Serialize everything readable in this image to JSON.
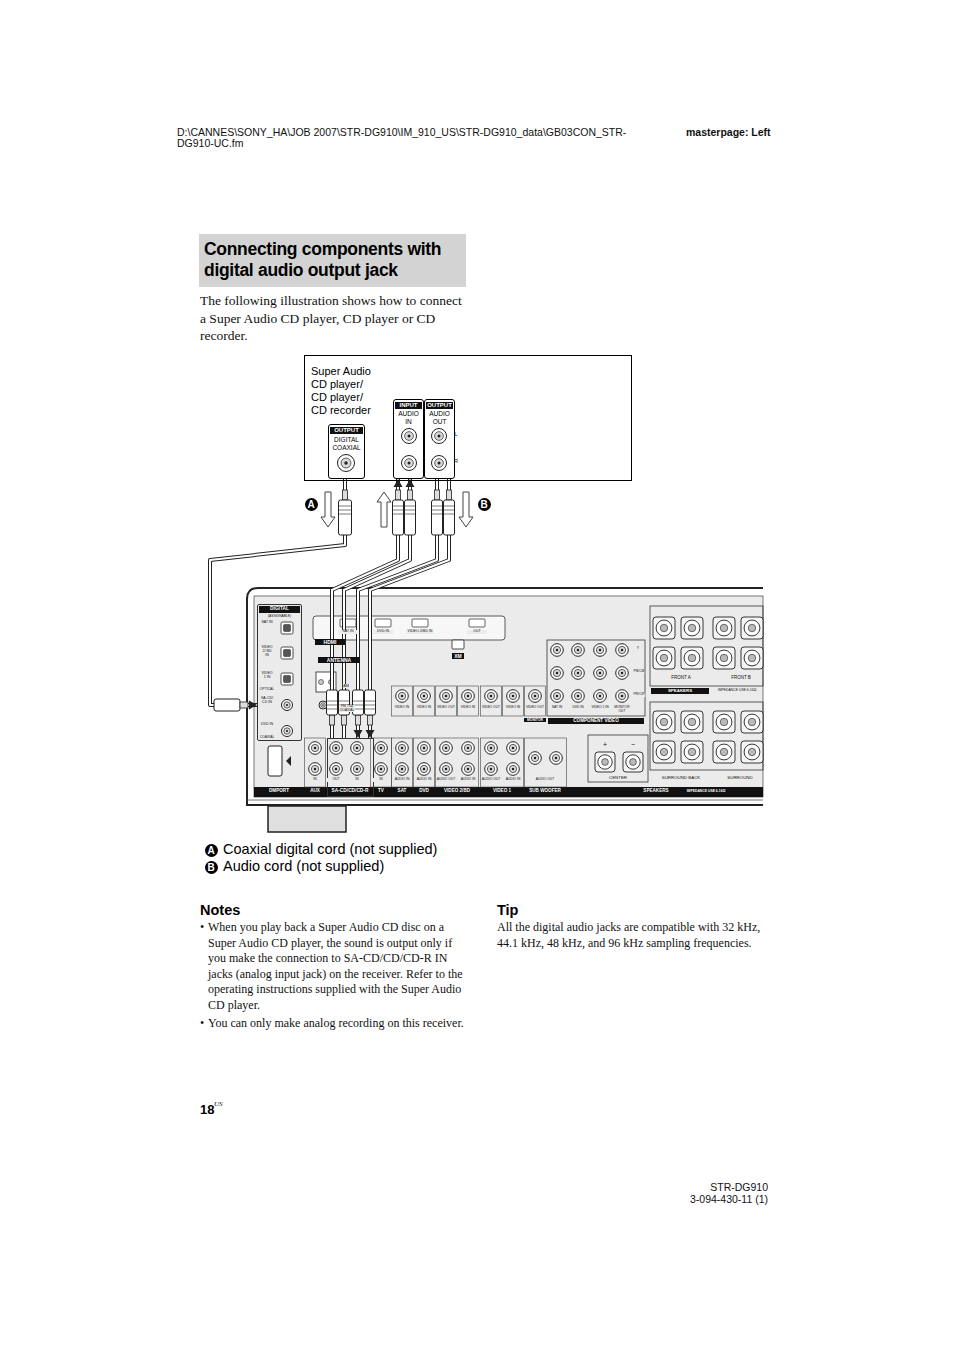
{
  "diagram": {
    "title": "Connecting components with digital audio output jack",
    "nodes": [
      {
        "text": [
          "Super Audio CD player/ CD player/ CD recorder"
        ]
      },
      {
        "text": [
          "OUTPUT",
          "DIGITAL COAXIAL"
        ],
        "in": 0
      },
      {
        "text": [
          "INPUT",
          "AUDIO IN"
        ],
        "in": 0
      },
      {
        "text": [
          "OUTPUT",
          "AUDIO OUT"
        ],
        "in": 0
      },
      {
        "text": [
          "DIGITAL",
          "(ASSIGNABLE)"
        ]
      },
      {
        "text": [
          "SA-CD/CD/CD-R"
        ]
      }
    ],
    "edges": [
      {
        "from": 1,
        "to": 4,
        "arrow": "to"
      },
      {
        "from": 5,
        "to": 2,
        "arrow": "to"
      },
      {
        "from": 3,
        "to": 5,
        "arrow": "to"
      }
    ],
    "labels": [
      "D:\\CANNES\\SONY_HA\\JOB 2007\\STR-DG910\\IM_910_US\\STR-DG910_data\\GB03CON_STR-DG910-UC.fm",
      "masterpage: Left",
      "The following illustration shows how to connect a Super Audio CD player, CD player or CD recorder.",
      "A",
      "B",
      "L",
      "R",
      "SAT IN",
      "VIDEO 2/ BD IN",
      "VIDEO 1 IN",
      "OPTICAL",
      "SA-CD/ CD IN",
      "DVD IN",
      "COAXIAL",
      "SAT IN",
      "DVD IN",
      "VIDEO 2/BD IN",
      "OUT",
      "HDMI",
      "ANTENNA",
      "AM",
      "FM 75Ω COAXIAL",
      "XM",
      "VIDEO IN",
      "VIDEO IN",
      "VIDEO OUT",
      "VIDEO IN",
      "VIDEO OUT",
      "VIDEO IN",
      "VIDEO OUT",
      "MONITOR",
      "SAT IN",
      "DVD IN",
      "VIDEO 1 IN",
      "MONITOR OUT",
      "COMPONENT VIDEO",
      "Y",
      "PB/CB",
      "PR/CR",
      "FRONT A",
      "FRONT B",
      "SPEAKERS",
      "IMPEDANCE USE 6-16Ω",
      "IN",
      "OUT",
      "IN",
      "IN",
      "AUDIO IN",
      "AUDIO IN",
      "AUDIO OUT",
      "AUDIO IN",
      "AUDIO OUT",
      "AUDIO IN",
      "AUDIO OUT",
      "CENTER",
      "SURROUND BACK",
      "SURROUND",
      "DMPORT",
      "AUX",
      "TV",
      "SAT",
      "DVD",
      "VIDEO 2/BD",
      "VIDEO 1",
      "SUB WOOFER",
      "SPEAKERS",
      "IMPEDANCE USE 6-16Ω",
      "+",
      "−",
      "A",
      "B",
      "Notes",
      "•",
      "When you play back a Super Audio CD disc on a Super Audio CD player, the sound is output only if you make the connection to SA-CD/CD/CD-R IN jacks (analog input jack) on the receiver. Refer to the operating instructions supplied with the Super Audio CD player.",
      "•",
      "You can only make analog recording on this receiver.",
      "Tip",
      "All the digital audio jacks are compatible with 32 kHz, 44.1 kHz, 48 kHz, and 96 kHz sampling frequencies.",
      "18",
      "US",
      "STR-DG910",
      "3-094-430-11 (1)"
    ],
    "legend": [
      {
        "text": "Coaxial digital cord (not supplied)"
      },
      {
        "text": "Audio cord (not supplied)"
      }
    ]
  }
}
